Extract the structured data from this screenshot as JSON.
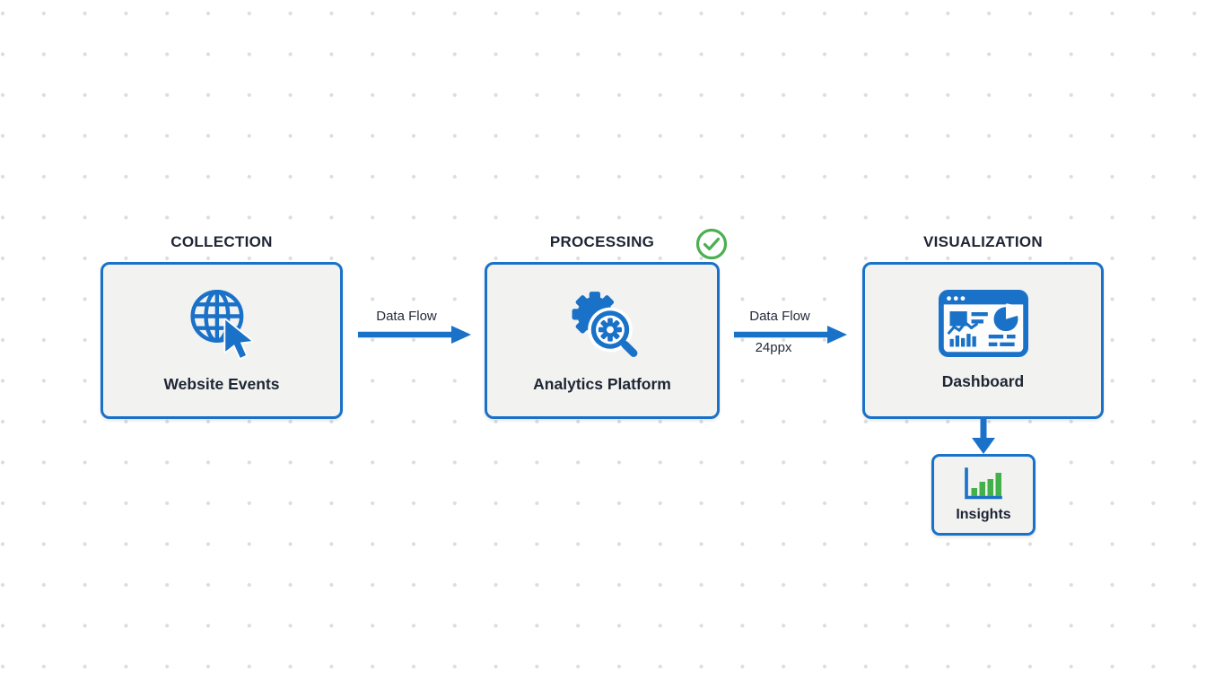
{
  "colors": {
    "accent_blue": "#1a71c8",
    "success_green": "#43b049",
    "check_green": "#4caf50",
    "node_fill": "#f2f2f1",
    "text_dark": "#1d2433",
    "dot_grid": "#dcdcdc"
  },
  "stages": [
    {
      "title": "COLLECTION",
      "label": "Website Events",
      "icon": "globe-cursor-icon"
    },
    {
      "title": "PROCESSING",
      "label": "Analytics Platform",
      "icon": "gear-magnifier-icon",
      "status_icon": "check-circle-icon"
    },
    {
      "title": "VISUALIZATION",
      "label": "Dashboard",
      "icon": "dashboard-icon"
    }
  ],
  "connectors": [
    {
      "label": "Data Flow"
    },
    {
      "label": "Data Flow",
      "sublabel": "24ppx"
    }
  ],
  "sub_node": {
    "label": "Insights",
    "icon": "bar-chart-icon"
  }
}
